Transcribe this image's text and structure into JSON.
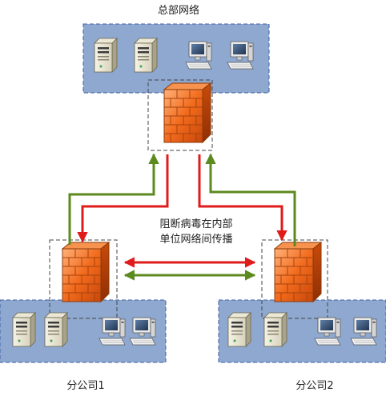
{
  "hq": {
    "title": "总部网络"
  },
  "branch1": {
    "label": "分公司1"
  },
  "branch2": {
    "label": "分公司2"
  },
  "annotation": {
    "line1": "阻断病毒在内部",
    "line2": "单位网络间传播"
  },
  "colors": {
    "zone_fill": "#8ea8cf",
    "zone_border": "#3d5fa3",
    "arrow_red": "#e01b1b",
    "arrow_green": "#5c8a1e",
    "firewall": "#f26b1d"
  }
}
